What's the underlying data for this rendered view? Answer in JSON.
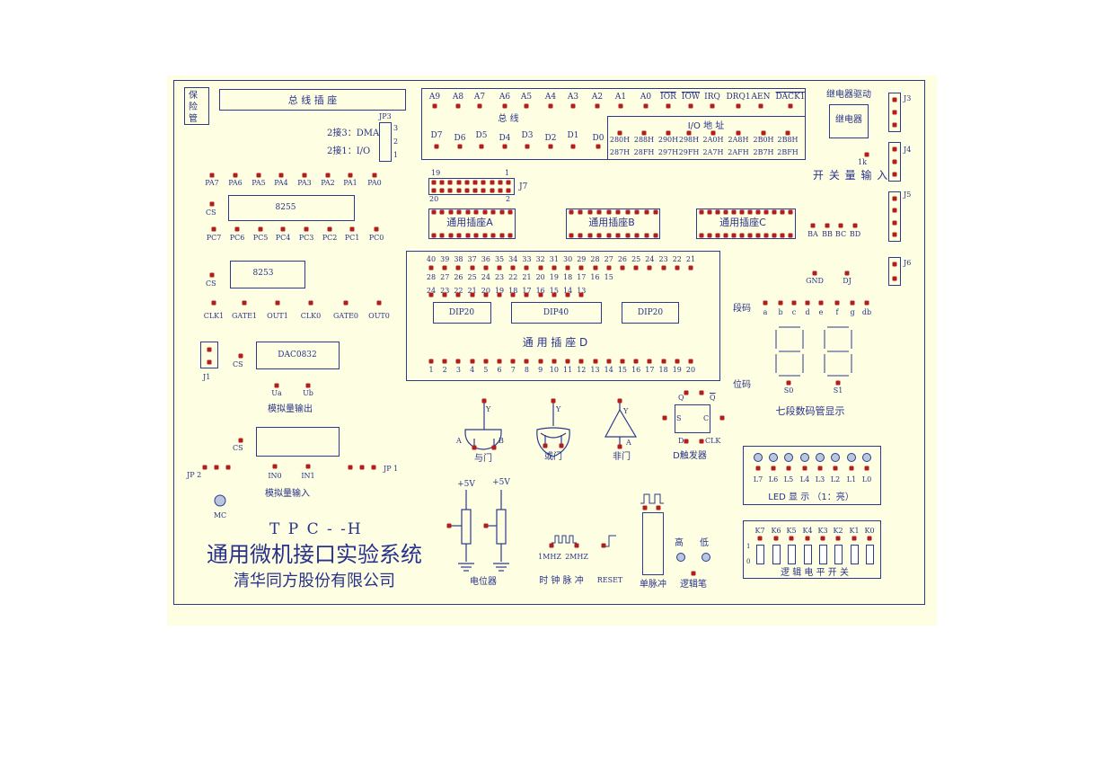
{
  "colors": {
    "board": "#fefee2",
    "ink": "#28328a",
    "pin": "#b21e1e"
  },
  "fuse": {
    "label": "保\n险\n管"
  },
  "bus_socket": {
    "label": "总 线 插 座"
  },
  "jp3": {
    "label": "JP3",
    "n3": "3",
    "n2": "2",
    "n1": "1",
    "dma": "2接3：DMA",
    "io": "2接1：I/O"
  },
  "bus": {
    "addr": [
      "A9",
      "A8",
      "A7",
      "A6",
      "A5",
      "A4",
      "A3",
      "A2",
      "A1",
      "A0",
      "IOR",
      "IOW",
      "IRQ",
      "DRQ1",
      "AEN",
      "DACK1"
    ],
    "label": "总     线",
    "data": [
      "D7",
      "D6",
      "D5",
      "D4",
      "D3",
      "D2",
      "D1",
      "D0"
    ],
    "io_label": "I/O     地    址",
    "io_row1": [
      "280H",
      "288H",
      "290H",
      "298H",
      "2A0H",
      "2A8H",
      "2B0H",
      "2B8H"
    ],
    "io_row2": [
      "287H",
      "28FH",
      "297H",
      "29FH",
      "2A7H",
      "2AFH",
      "2B7H",
      "2BFH"
    ]
  },
  "relay": {
    "title": "继电器驱动",
    "label": "继电器",
    "r": "1k",
    "j3": "J3",
    "j4": "J4",
    "j5": "J5",
    "j6": "J6",
    "switch_input": "开 关 量 输 入"
  },
  "i8255": {
    "label": "8255",
    "cs": "CS",
    "pa": [
      "PA7",
      "PA6",
      "PA5",
      "PA4",
      "PA3",
      "PA2",
      "PA1",
      "PA0"
    ],
    "pc": [
      "PC7",
      "PC6",
      "PC5",
      "PC4",
      "PC3",
      "PC2",
      "PC1",
      "PC0"
    ]
  },
  "j7": {
    "label": "J7",
    "n19": "19",
    "n1": "1",
    "n20": "20",
    "n2": "2"
  },
  "sockets": {
    "a": "通用插座A",
    "b": "通用插座B",
    "c": "通用插座C"
  },
  "bx": [
    "BA",
    "BB",
    "BC",
    "BD"
  ],
  "socket_d": {
    "row1": [
      "40",
      "39",
      "38",
      "37",
      "36",
      "35",
      "34",
      "33",
      "32",
      "31",
      "30",
      "29",
      "28",
      "27",
      "26",
      "25",
      "24",
      "23",
      "22",
      "21"
    ],
    "row2": [
      "28",
      "27",
      "26",
      "25",
      "24",
      "23",
      "22",
      "21",
      "20",
      "19",
      "18",
      "17",
      "16",
      "15"
    ],
    "row3": [
      "24",
      "23",
      "22",
      "21",
      "20",
      "19",
      "18",
      "17",
      "16",
      "15",
      "14",
      "13"
    ],
    "dip20a": "DIP20",
    "dip40": "DIP40",
    "dip20b": "DIP20",
    "label": "通 用 插 座 D",
    "bottom": [
      "1",
      "2",
      "3",
      "4",
      "5",
      "6",
      "7",
      "8",
      "9",
      "10",
      "11",
      "12",
      "13",
      "14",
      "15",
      "16",
      "17",
      "18",
      "19",
      "20"
    ]
  },
  "i8253": {
    "label": "8253",
    "cs": "CS",
    "pins": [
      "CLK1",
      "GATE1",
      "OUT1",
      "CLK0",
      "GATE0",
      "OUT0"
    ]
  },
  "dac": {
    "label": "DAC0832",
    "cs": "CS",
    "j1": "J1",
    "ua": "Ua",
    "ub": "Ub",
    "out": "模拟量输出"
  },
  "adc": {
    "cs": "CS",
    "jp2": "JP 2",
    "in0": "IN0",
    "in1": "IN1",
    "jp1": "JP 1",
    "in": "模拟量输入",
    "mc": "MC"
  },
  "gnd_dj": {
    "gnd": "GND",
    "dj": "DJ"
  },
  "seven_seg": {
    "duan": "段码",
    "segs": [
      "a",
      "b",
      "c",
      "d",
      "e",
      "f",
      "g",
      "db"
    ],
    "wei": "位码",
    "s0": "S0",
    "s1": "S1",
    "title": "七段数码管显示"
  },
  "gates": {
    "y": "Y",
    "a": "A",
    "b": "B",
    "and": "与门",
    "or": "或门",
    "not": "非门"
  },
  "dff": {
    "q": "Q",
    "qn": "Q",
    "s": "S",
    "c": "C",
    "d": "D",
    "clk": "CLK",
    "label": "D触发器"
  },
  "led_display": {
    "labels": [
      "L7",
      "L6",
      "L5",
      "L4",
      "L3",
      "L2",
      "L1",
      "L0"
    ],
    "title": "LED   显  示   （1：亮）"
  },
  "logic_switch": {
    "labels": [
      "K7",
      "K6",
      "K5",
      "K4",
      "K3",
      "K2",
      "K1",
      "K0"
    ],
    "one": "1",
    "zero": "0",
    "title": "逻  辑  电  平  开  关"
  },
  "branding": {
    "model": "T P C - -H",
    "title": "通用微机接口实验系统",
    "company": "清华同方股份有限公司"
  },
  "pot": {
    "v1": "+5V",
    "v2": "+5V",
    "label": "电位器"
  },
  "clock": {
    "f1": "1MHZ",
    "f2": "2MHZ",
    "reset": "RESET",
    "label": "时 钟 脉 冲"
  },
  "single_pulse": {
    "label": "单脉冲"
  },
  "logic_pen": {
    "high": "高",
    "low": "低",
    "label": "逻辑笔"
  }
}
